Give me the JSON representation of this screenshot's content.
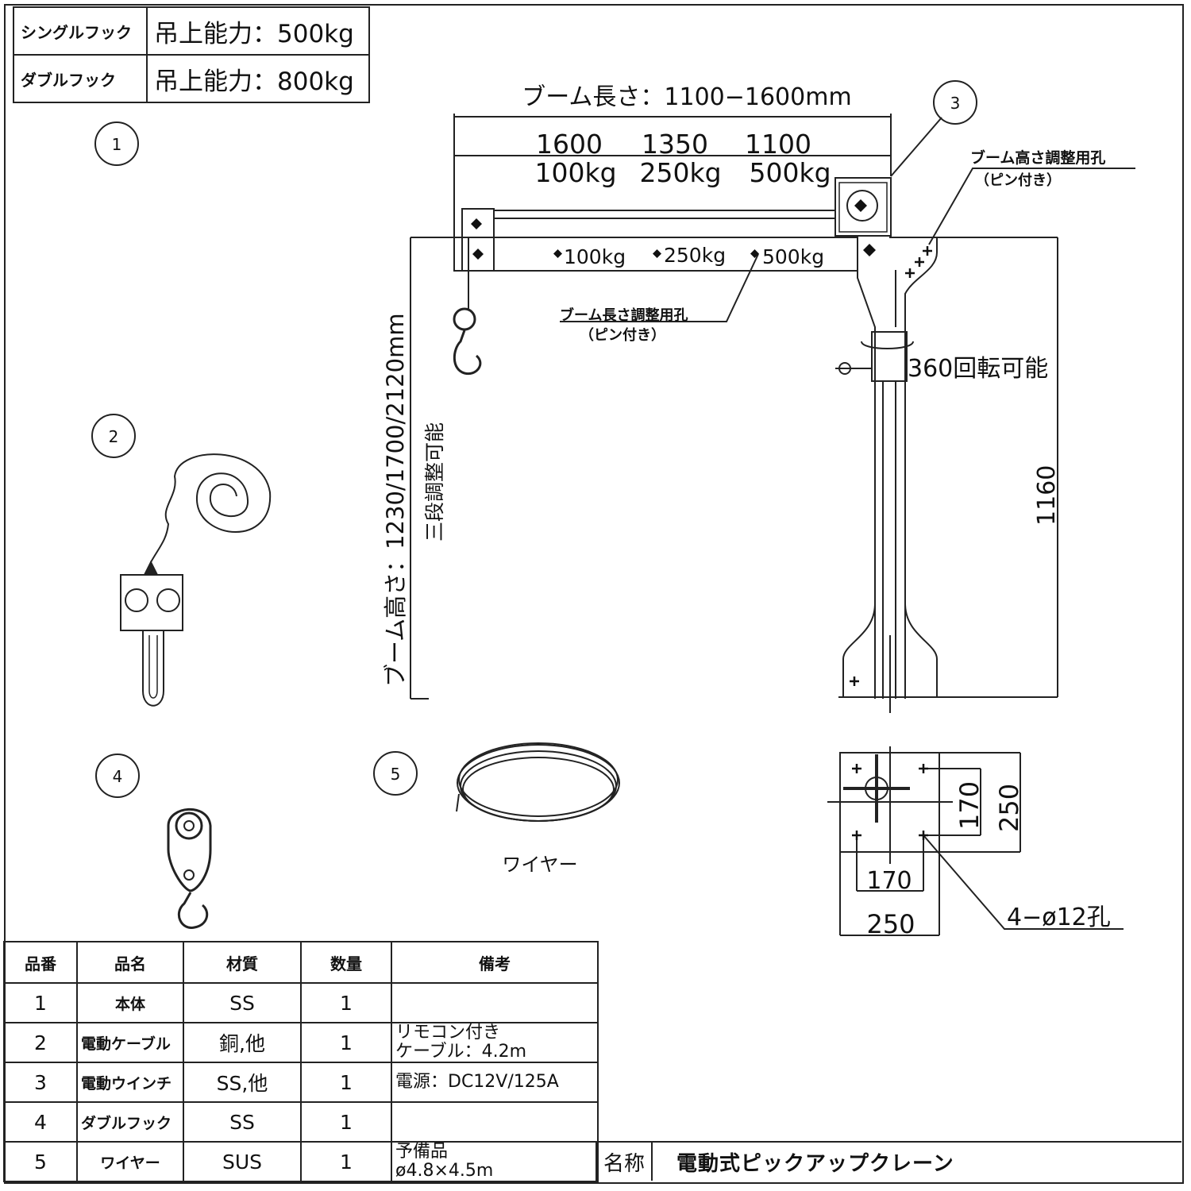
{
  "capacity_table": {
    "rows": [
      {
        "hook": "シングルフック",
        "capacity": "吊上能力：500kg"
      },
      {
        "hook": "ダブルフック",
        "capacity": "吊上能力：800kg"
      }
    ]
  },
  "callouts": [
    "1",
    "2",
    "3",
    "4",
    "5"
  ],
  "boom": {
    "length_label": "ブーム長さ：1100−1600mm",
    "lengths": [
      "1600",
      "1350",
      "1100"
    ],
    "loads": [
      "100kg",
      "250kg",
      "500kg"
    ],
    "hole_loads": [
      "100kg",
      "250kg",
      "500kg"
    ],
    "length_hole_label_1": "ブーム長さ調整用孔",
    "length_hole_label_2": "（ピン付き）",
    "height_hole_label_1": "ブーム高さ調整用孔",
    "height_hole_label_2": "（ピン付き）",
    "height_label": "ブーム高さ：1230/1700/2120mm",
    "height_note": "三段調整可能"
  },
  "rotation_label": "360回転可能",
  "column_height": "1160",
  "wire_label": "ワイヤー",
  "base": {
    "inner_v": "170",
    "outer_v": "250",
    "inner_h": "170",
    "outer_h": "250",
    "holes": "4−ø12孔"
  },
  "parts_table": {
    "headers": [
      "品番",
      "品名",
      "材質",
      "数量",
      "備考"
    ],
    "rows": [
      {
        "no": "1",
        "name": "本体",
        "material": "SS",
        "qty": "1",
        "note1": "",
        "note2": ""
      },
      {
        "no": "2",
        "name": "電動ケーブル",
        "material": "銅,他",
        "qty": "1",
        "note1": "リモコン付き",
        "note2": "ケーブル：4.2m"
      },
      {
        "no": "3",
        "name": "電動ウインチ",
        "material": "SS,他",
        "qty": "1",
        "note1": "電源：DC12V/125A",
        "note2": ""
      },
      {
        "no": "4",
        "name": "ダブルフック",
        "material": "SS",
        "qty": "1",
        "note1": "",
        "note2": ""
      },
      {
        "no": "5",
        "name": "ワイヤー",
        "material": "SUS",
        "qty": "1",
        "note1": "予備品",
        "note2": "ø4.8×4.5m"
      }
    ]
  },
  "title_block": {
    "label": "名称",
    "value": "電動式ピックアップクレーン"
  }
}
